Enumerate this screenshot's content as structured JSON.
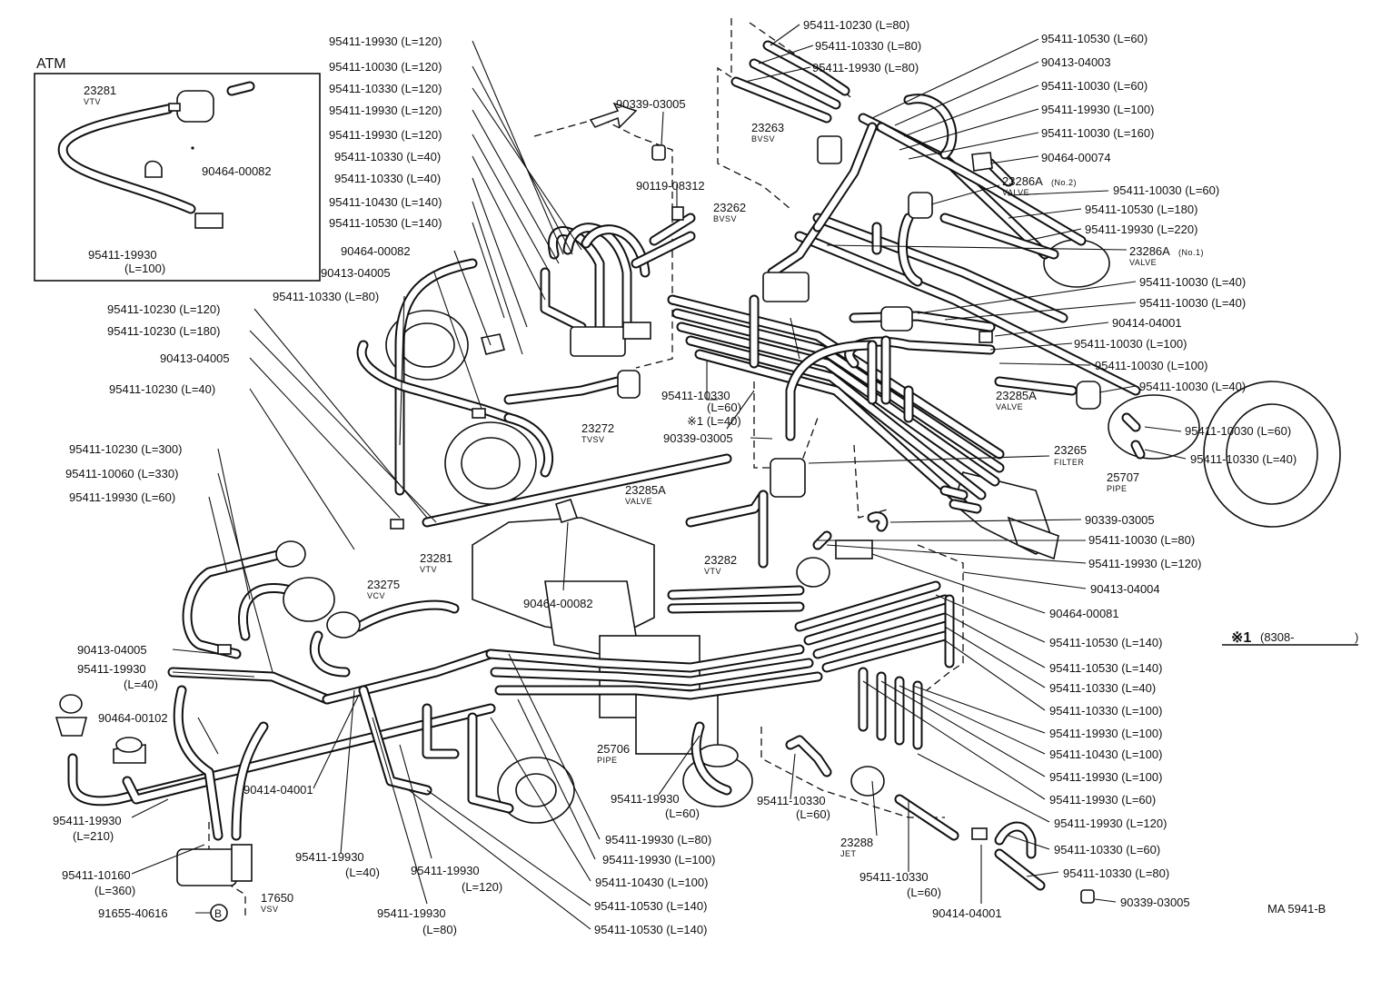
{
  "atm_box": {
    "title": "ATM",
    "vtv_no": "23281",
    "vtv_sub": "VTV",
    "clamp_no": "90464-00082",
    "hose_no": "95411-19930",
    "hose_len": "(L=100)"
  },
  "labels": [
    {
      "text": "95411-19930 (L=120)"
    },
    {
      "text": "95411-10030 (L=120)"
    },
    {
      "text": "95411-10330 (L=120)"
    },
    {
      "text": "95411-19930 (L=120)"
    },
    {
      "text": "95411-19930 (L=120)"
    },
    {
      "text": "95411-10330 (L=40)"
    },
    {
      "text": "95411-10330 (L=40)"
    },
    {
      "text": "95411-10430 (L=140)"
    },
    {
      "text": "95411-10530 (L=140)"
    },
    {
      "text": "90464-00082"
    },
    {
      "text": "90413-04005"
    },
    {
      "text": "95411-10330 (L=80)"
    },
    {
      "text": "95411-10230 (L=120)"
    },
    {
      "text": "95411-10230 (L=180)"
    },
    {
      "text": "90413-04005"
    },
    {
      "text": "95411-10230 (L=40)"
    },
    {
      "text": "95411-10230 (L=300)"
    },
    {
      "text": "95411-10060 (L=330)"
    },
    {
      "text": "95411-19930 (L=60)"
    },
    {
      "text": "90413-04005"
    },
    {
      "text": "95411-19930"
    },
    {
      "text": "(L=40)"
    },
    {
      "text": "90464-00102"
    },
    {
      "text": "95411-19930"
    },
    {
      "text": "(L=210)"
    },
    {
      "text": "95411-10160"
    },
    {
      "text": "(L=360)"
    },
    {
      "text": "91655-40616"
    },
    {
      "text": "90414-04001"
    },
    {
      "text": "95411-19930"
    },
    {
      "text": "(L=40)"
    },
    {
      "text": "95411-19930"
    },
    {
      "text": "(L=120)"
    },
    {
      "text": "95411-19930"
    },
    {
      "text": "(L=80)"
    },
    {
      "text": "90339-03005"
    },
    {
      "text": "90119-08312"
    },
    {
      "text": "95411-10330"
    },
    {
      "text": "(L=60)"
    },
    {
      "text": "※1 (L=40)"
    },
    {
      "text": "90339-03005"
    },
    {
      "text": "90464-00082"
    },
    {
      "text": "95411-19930 (L=80)"
    },
    {
      "text": "95411-19930 (L=100)"
    },
    {
      "text": "95411-10430 (L=100)"
    },
    {
      "text": "95411-10530 (L=140)"
    },
    {
      "text": "95411-10530 (L=140)"
    },
    {
      "text": "95411-19930"
    },
    {
      "text": "(L=60)"
    },
    {
      "text": "95411-10330"
    },
    {
      "text": "(L=60)"
    },
    {
      "text": "95411-10330"
    },
    {
      "text": "(L=60)"
    },
    {
      "text": "90414-04001"
    },
    {
      "text": "90339-03005"
    },
    {
      "text": "95411-10230 (L=80)"
    },
    {
      "text": "95411-10330 (L=80)"
    },
    {
      "text": "95411-19930 (L=80)"
    },
    {
      "text": "95411-10530 (L=60)"
    },
    {
      "text": "90413-04003"
    },
    {
      "text": "95411-10030 (L=60)"
    },
    {
      "text": "95411-19930 (L=100)"
    },
    {
      "text": "95411-10030 (L=160)"
    },
    {
      "text": "90464-00074"
    },
    {
      "text": "95411-10030 (L=60)"
    },
    {
      "text": "95411-10530 (L=180)"
    },
    {
      "text": "95411-19930 (L=220)"
    },
    {
      "text": "95411-10030 (L=40)"
    },
    {
      "text": "95411-10030 (L=40)"
    },
    {
      "text": "90414-04001"
    },
    {
      "text": "95411-10030 (L=100)"
    },
    {
      "text": "95411-10030 (L=100)"
    },
    {
      "text": "95411-10030 (L=40)"
    },
    {
      "text": "95411-10030 (L=60)"
    },
    {
      "text": "95411-10330 (L=40)"
    },
    {
      "text": "90339-03005"
    },
    {
      "text": "95411-10030 (L=80)"
    },
    {
      "text": "95411-19930 (L=120)"
    },
    {
      "text": "90413-04004"
    },
    {
      "text": "90464-00081"
    },
    {
      "text": "95411-10530 (L=140)"
    },
    {
      "text": "95411-10530 (L=140)"
    },
    {
      "text": "95411-10330 (L=40)"
    },
    {
      "text": "95411-10330 (L=100)"
    },
    {
      "text": "95411-19930 (L=100)"
    },
    {
      "text": "95411-10430 (L=100)"
    },
    {
      "text": "95411-19930 (L=100)"
    },
    {
      "text": "95411-19930 (L=60)"
    },
    {
      "text": "95411-19930 (L=120)"
    },
    {
      "text": "95411-10330 (L=60)"
    },
    {
      "text": "95411-10330 (L=80)"
    },
    {
      "text": "90339-03005"
    },
    {
      "text": "MA 5941-B"
    }
  ],
  "parts": [
    {
      "no": "23263",
      "sub": "BVSV"
    },
    {
      "no": "23262",
      "sub": "BVSV"
    },
    {
      "no": "23286A",
      "sub": "VALVE",
      "tag": "(No.2)"
    },
    {
      "no": "23286A",
      "sub": "VALVE",
      "tag": "(No.1)"
    },
    {
      "no": "23272",
      "sub": "TVSV"
    },
    {
      "no": "23285A",
      "sub": "VALVE"
    },
    {
      "no": "23285A",
      "sub": "VALVE"
    },
    {
      "no": "23265",
      "sub": "FILTER"
    },
    {
      "no": "25707",
      "sub": "PIPE"
    },
    {
      "no": "23281",
      "sub": "VTV"
    },
    {
      "no": "23275",
      "sub": "VCV"
    },
    {
      "no": "23282",
      "sub": "VTV"
    },
    {
      "no": "25706",
      "sub": "PIPE"
    },
    {
      "no": "23288",
      "sub": "JET"
    },
    {
      "no": "17650",
      "sub": "VSV"
    }
  ],
  "note": {
    "mark": "※1",
    "range": "(8308-",
    "close": ")"
  },
  "circle_letter": "B"
}
